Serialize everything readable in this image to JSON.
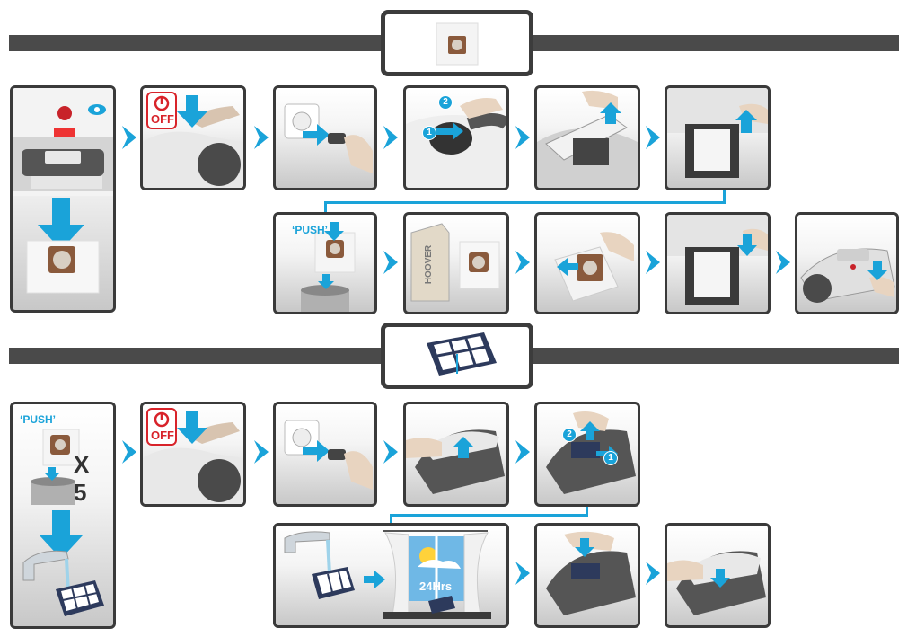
{
  "colors": {
    "accent": "#1aa3d9",
    "bar": "#4a4a4a",
    "panel_border": "#3a3a3a",
    "warning_red": "#d8232a"
  },
  "section1": {
    "header_icon": "dust-bag-icon",
    "labels": {
      "off": "OFF",
      "push": "‘PUSH’",
      "hoover": "HOOVER",
      "step1": "1",
      "step2": "2"
    }
  },
  "section2": {
    "header_icon": "filter-icon",
    "labels": {
      "push": "‘PUSH’",
      "x5": "X 5",
      "off": "OFF",
      "step1": "1",
      "step2": "2",
      "dry_time": "24Hrs"
    }
  }
}
